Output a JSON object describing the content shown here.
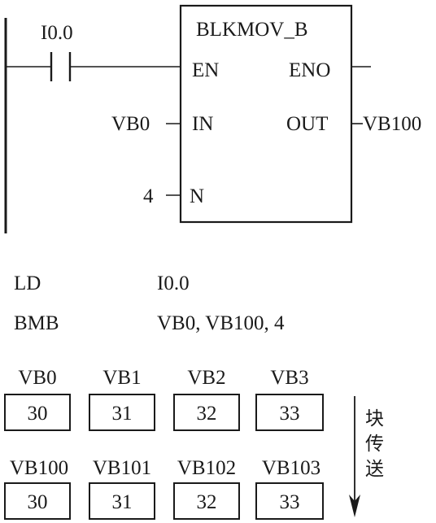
{
  "ladder": {
    "contact_label": "I0.0",
    "block_title": "BLKMOV_B",
    "pin_en": "EN",
    "pin_eno": "ENO",
    "pin_in": "IN",
    "pin_out": "OUT",
    "pin_n": "N",
    "in_operand": "VB0",
    "out_operand": "VB100",
    "n_operand": "4"
  },
  "statement_list": [
    {
      "op": "LD",
      "operand": "I0.0"
    },
    {
      "op": "BMB",
      "operand": "VB0, VB100, 4"
    }
  ],
  "source_bytes": [
    {
      "addr": "VB0",
      "value": "30"
    },
    {
      "addr": "VB1",
      "value": "31"
    },
    {
      "addr": "VB2",
      "value": "32"
    },
    {
      "addr": "VB3",
      "value": "33"
    }
  ],
  "dest_bytes": [
    {
      "addr": "VB100",
      "value": "30"
    },
    {
      "addr": "VB101",
      "value": "31"
    },
    {
      "addr": "VB102",
      "value": "32"
    },
    {
      "addr": "VB103",
      "value": "33"
    }
  ],
  "transfer_label": [
    "块",
    "传",
    "送"
  ],
  "colors": {
    "ink": "#1a1a1a",
    "background": "#ffffff"
  }
}
